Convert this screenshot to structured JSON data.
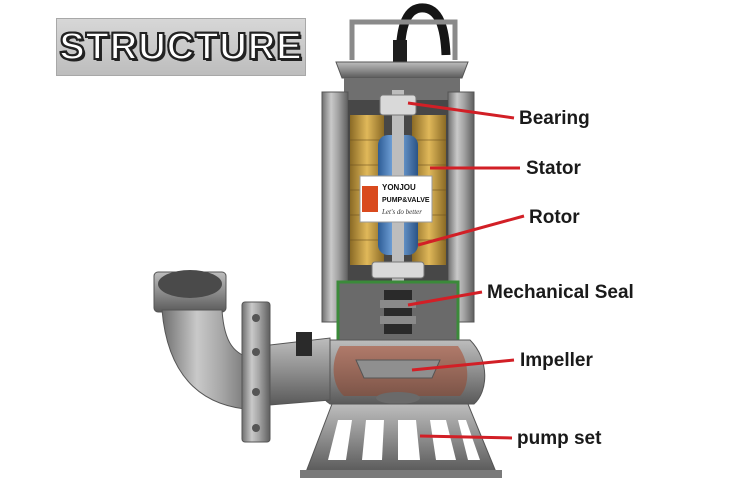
{
  "title": "STRUCTURE",
  "brand": {
    "name": "YONJOU",
    "line2": "PUMP&VALVE",
    "slogan": "Let's do better"
  },
  "labels": {
    "bearing": "Bearing",
    "stator": "Stator",
    "rotor": "Rotor",
    "mechanical_seal": "Mechanical Seal",
    "impeller": "Impeller",
    "pump_set": "pump set"
  },
  "colors": {
    "leader": "#d21f26",
    "steel": "#9a9a9a",
    "copper": "#c79a3a",
    "rotor": "#4e84c4",
    "seal_housing": "#3b8a3a"
  }
}
